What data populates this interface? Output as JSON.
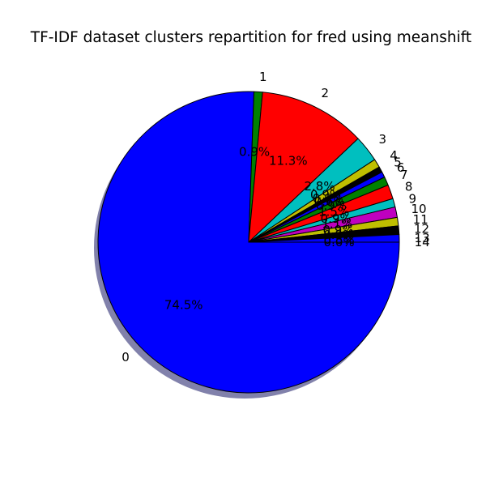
{
  "chart_data": {
    "type": "pie",
    "title": "TF-IDF dataset clusters repartition for fred using meanshift",
    "shadow": true,
    "start_angle_deg": 0,
    "direction": "clockwise",
    "slices": [
      {
        "label": "0",
        "value": 74.5,
        "pct_label": "74.5%",
        "color": "#0000ff"
      },
      {
        "label": "1",
        "value": 0.9,
        "pct_label": "0.9%",
        "color": "#008000"
      },
      {
        "label": "2",
        "value": 11.3,
        "pct_label": "11.3%",
        "color": "#ff0000"
      },
      {
        "label": "3",
        "value": 2.8,
        "pct_label": "2.8%",
        "color": "#00bfbf"
      },
      {
        "label": "4",
        "value": 0.9,
        "pct_label": "0.9%",
        "color": "#bfbf00"
      },
      {
        "label": "5",
        "value": 0.6,
        "pct_label": "0.6%",
        "color": "#000000"
      },
      {
        "label": "6",
        "value": 0.6,
        "pct_label": "0.6%",
        "color": "#0000ff"
      },
      {
        "label": "7",
        "value": 0.9,
        "pct_label": "0.9%",
        "color": "#008000"
      },
      {
        "label": "8",
        "value": 1.5,
        "pct_label": "1.5%",
        "color": "#ff0000"
      },
      {
        "label": "9",
        "value": 0.9,
        "pct_label": "0.9%",
        "color": "#00bfbf"
      },
      {
        "label": "10",
        "value": 1.1,
        "pct_label": "1.1%",
        "color": "#bf00bf"
      },
      {
        "label": "11",
        "value": 0.9,
        "pct_label": "0.9%",
        "color": "#bfbf00"
      },
      {
        "label": "12",
        "value": 0.9,
        "pct_label": "0.9%",
        "color": "#000000"
      },
      {
        "label": "13",
        "value": 0.8,
        "pct_label": "0.8%",
        "color": "#0000ff"
      },
      {
        "label": "14",
        "value": 0.0,
        "pct_label": "0.0%",
        "color": "#ff0000"
      }
    ]
  }
}
